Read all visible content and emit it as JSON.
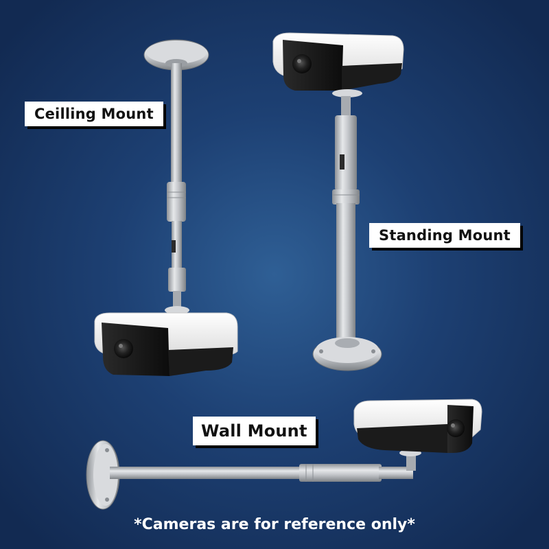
{
  "labels": {
    "ceiling": "Ceilling Mount",
    "standing": "Standing Mount",
    "wall": "Wall Mount"
  },
  "footnote": "*Cameras are for reference only*",
  "colors": {
    "background": "#1d4073",
    "metal": "#c9ccd0",
    "camera_body": "#f4f4f4",
    "camera_face": "#1a1a1a",
    "label_bg": "#ffffff"
  }
}
